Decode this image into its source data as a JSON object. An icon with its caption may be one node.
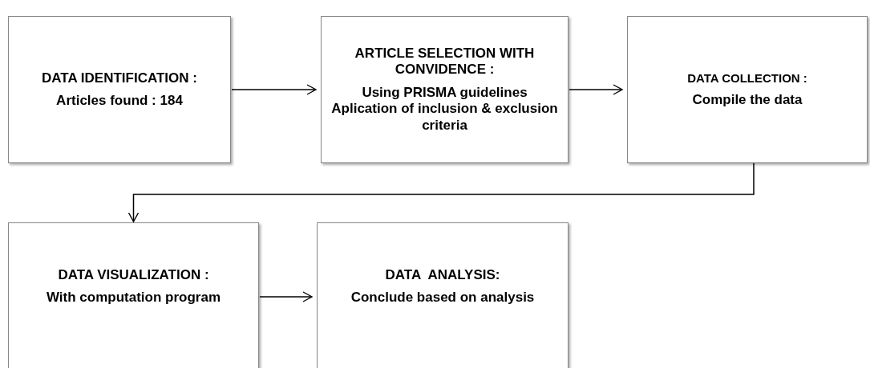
{
  "diagram": {
    "nodes": [
      {
        "text": [
          "DATA IDENTIFICATION :",
          "Articles found : 184"
        ]
      },
      {
        "text": [
          "ARTICLE SELECTION WITH CONVIDENCE :",
          "Using PRISMA guidelines Aplication of inclusion & exclusion criteria"
        ]
      },
      {
        "text": [
          "DATA COLLECTION :",
          "Compile the data"
        ]
      },
      {
        "text": [
          "DATA VISUALIZATION :",
          "With computation program"
        ]
      },
      {
        "text": [
          "DATA  ANALYSIS:",
          "Conclude based on analysis"
        ]
      }
    ],
    "edges": [
      {
        "from": 0,
        "to": 1,
        "arrow": "to"
      },
      {
        "from": 1,
        "to": 2,
        "arrow": "to"
      },
      {
        "from": 2,
        "to": 3,
        "arrow": "to"
      },
      {
        "from": 3,
        "to": 4,
        "arrow": "to"
      }
    ]
  }
}
